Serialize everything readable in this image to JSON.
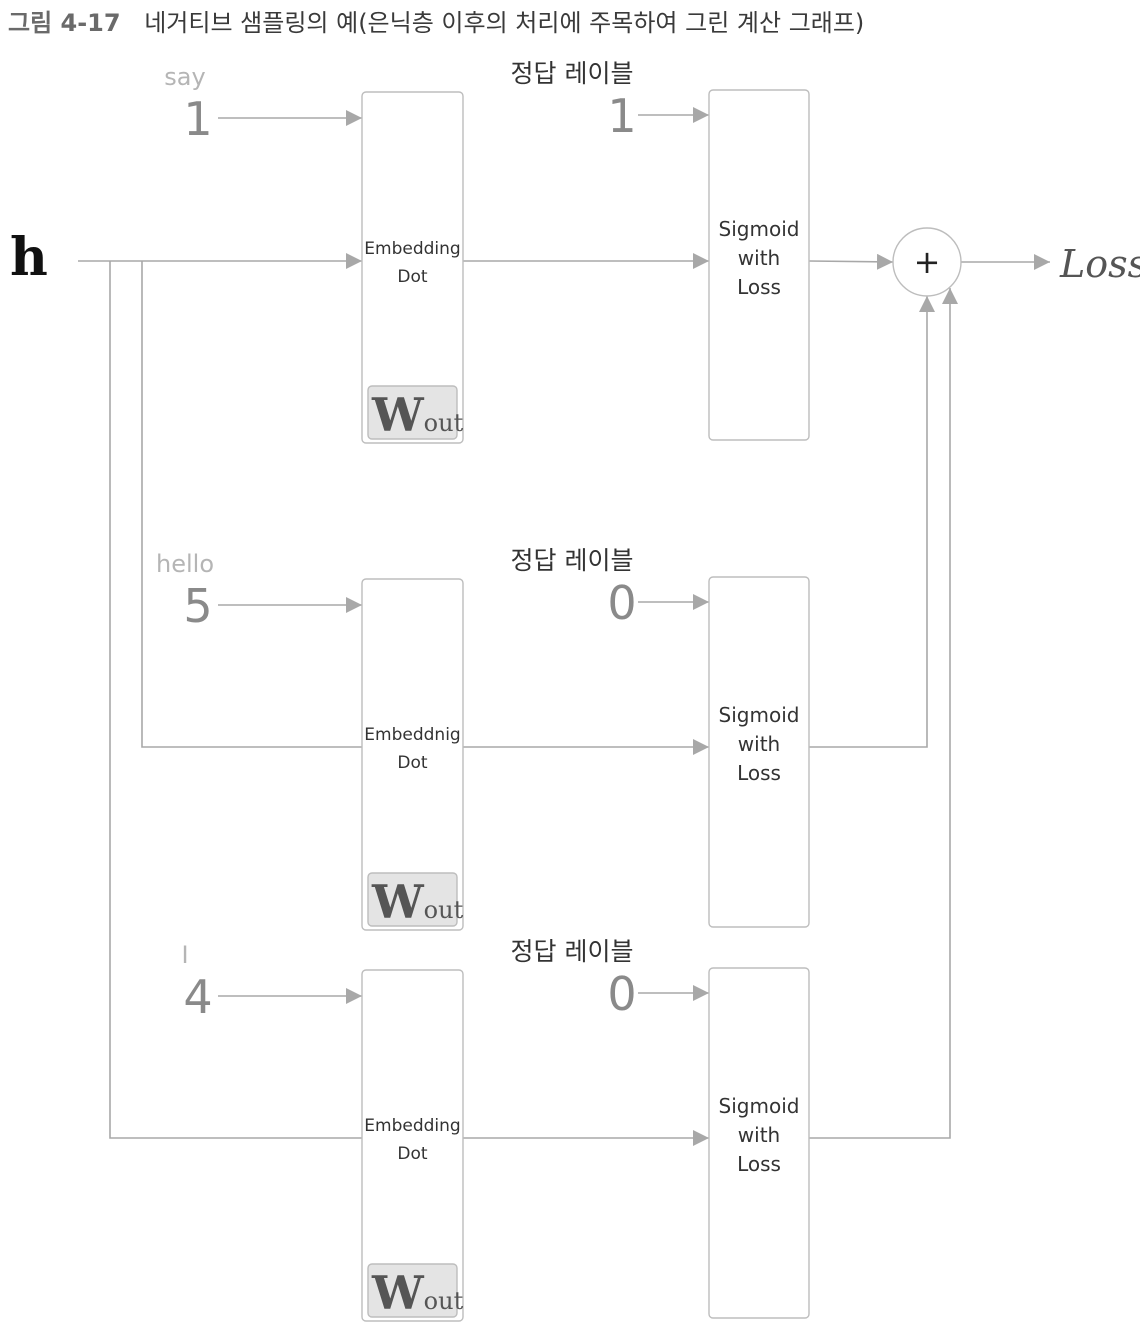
{
  "caption": {
    "label": "그림 4-17",
    "text": "네거티브 샘플링의 예(은닉층 이후의 처리에 주목하여 그린 계산 그래프)"
  },
  "input_label": "h",
  "output_label": "Loss",
  "plus_symbol": "+",
  "colors": {
    "line": "#a8a8a8",
    "box_stroke": "#bdbdbd",
    "weight_fill": "#e4e4e4",
    "word_text": "#b5b5b5",
    "index_text": "#8a8a8a",
    "text": "#333333"
  },
  "rows": [
    {
      "word": "say",
      "index": "1",
      "answer_heading": "정답 레이블",
      "answer_value": "1",
      "embed_label": [
        "Embedding",
        "Dot"
      ],
      "weight_main": "W",
      "weight_sub": "out",
      "sigmoid_label": [
        "Sigmoid",
        "with",
        "Loss"
      ]
    },
    {
      "word": "hello",
      "index": "5",
      "answer_heading": "정답 레이블",
      "answer_value": "0",
      "embed_label": [
        "Embeddnig",
        "Dot"
      ],
      "weight_main": "W",
      "weight_sub": "out",
      "sigmoid_label": [
        "Sigmoid",
        "with",
        "Loss"
      ]
    },
    {
      "word": "I",
      "index": "4",
      "answer_heading": "정답 레이블",
      "answer_value": "0",
      "embed_label": [
        "Embedding",
        "Dot"
      ],
      "weight_main": "W",
      "weight_sub": "out",
      "sigmoid_label": [
        "Sigmoid",
        "with",
        "Loss"
      ]
    }
  ]
}
